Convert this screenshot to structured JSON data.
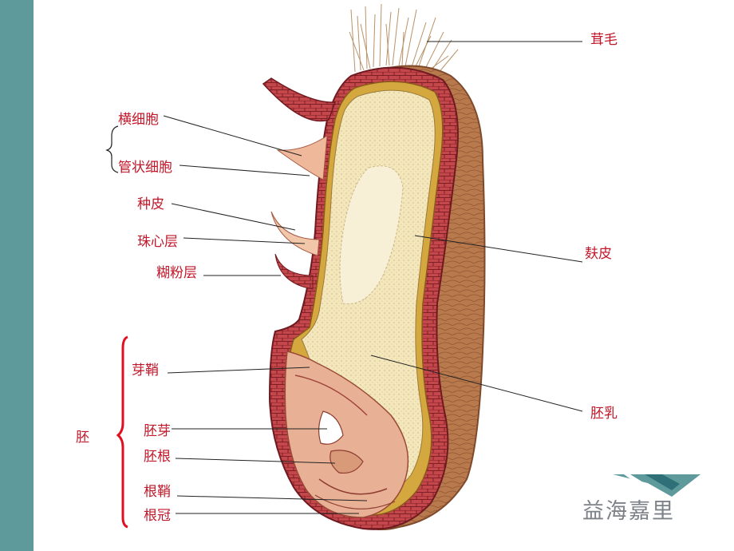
{
  "labels": {
    "rongmao": "茸毛",
    "hengxibao": "横细胞",
    "guanzhuangxibao": "管状细胞",
    "zhongpi": "种皮",
    "zhuxinceng": "珠心层",
    "hufenceng": "糊粉层",
    "fupi": "麸皮",
    "yaqiao": "芽鞘",
    "peiru": "胚乳",
    "pei": "胚",
    "peiya": "胚芽",
    "peigen": "胚根",
    "genqiao": "根鞘",
    "gen_guan": "根冠"
  },
  "logo": {
    "text": "益海嘉里"
  },
  "colors": {
    "label": "#c0182a",
    "band": "#5e9a9c",
    "bran": "#b3764a",
    "endosperm": "#f2e6b8",
    "outer_layer": "#b8333b"
  }
}
